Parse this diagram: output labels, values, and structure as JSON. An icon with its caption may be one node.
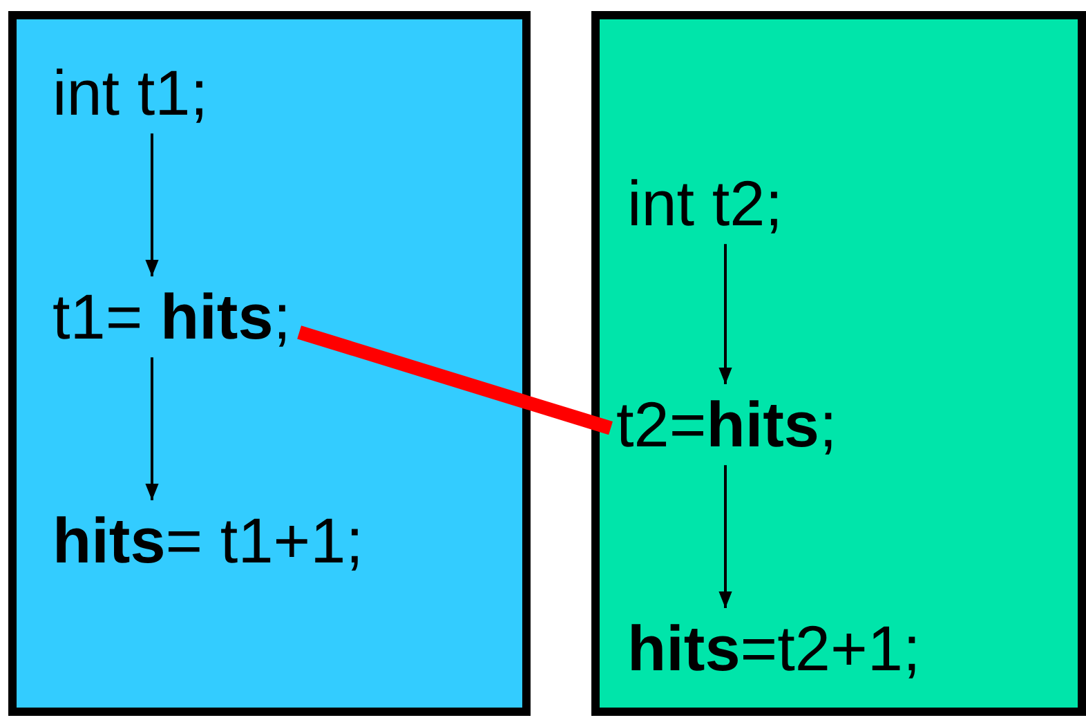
{
  "diagram": {
    "nodes": [
      {
        "text": [],
        "shape": "box"
      },
      {
        "text": [
          "int t1;"
        ],
        "in": 0
      },
      {
        "text": [
          "t1= **hits**;"
        ],
        "in": 0
      },
      {
        "text": [
          "**hits**= t1+1;"
        ],
        "in": 0
      },
      {
        "text": [],
        "shape": "box"
      },
      {
        "text": [
          "int t2;"
        ],
        "in": 4
      },
      {
        "text": [
          "t2=**hits**;"
        ],
        "in": 4
      },
      {
        "text": [
          "**hits**=t2+1;"
        ],
        "in": 4
      }
    ],
    "edges": [
      {
        "from": 1,
        "to": 2,
        "arrow": "to"
      },
      {
        "from": 2,
        "to": 3,
        "arrow": "to"
      },
      {
        "from": 5,
        "to": 6,
        "arrow": "to"
      },
      {
        "from": 6,
        "to": 7,
        "arrow": "to"
      },
      {
        "from": 2,
        "to": 6,
        "arrow": "none",
        "style": "thick",
        "color": "#ff0000"
      }
    ]
  }
}
